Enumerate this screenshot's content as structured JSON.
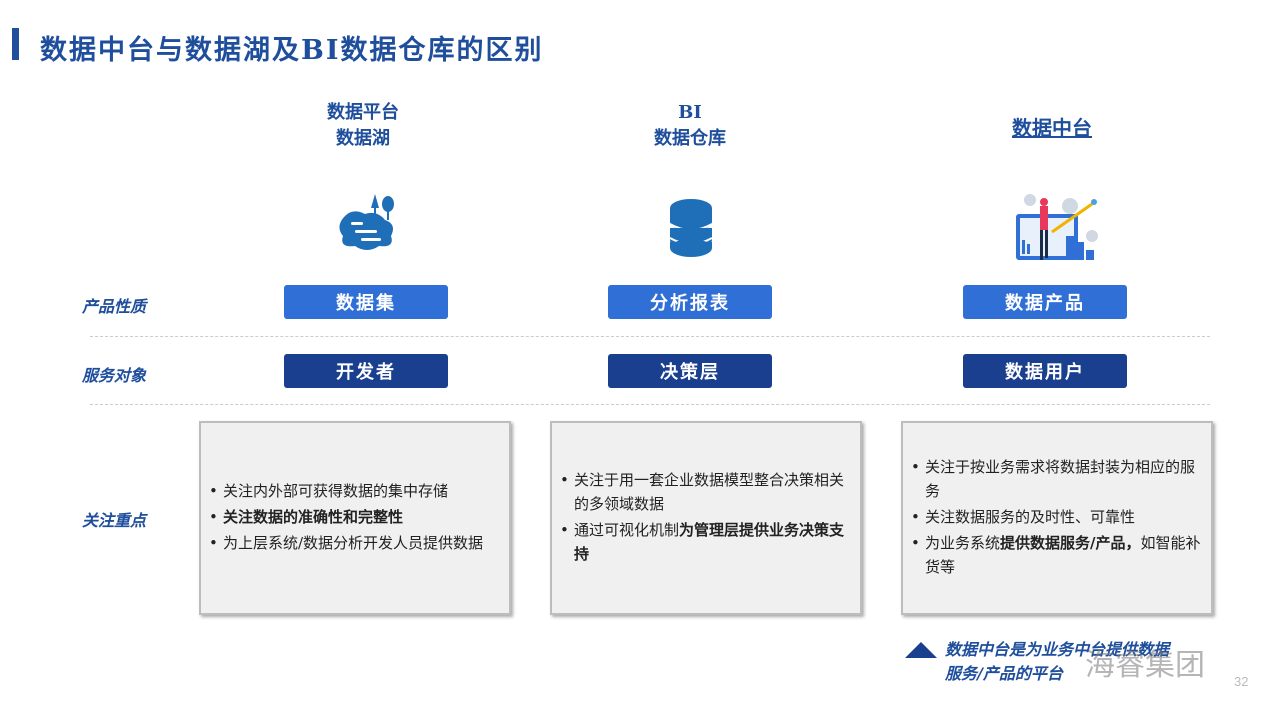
{
  "title": "数据中台与数据湖及BI数据仓库的区别",
  "columns": [
    {
      "line1": "数据平台",
      "line2": "数据湖",
      "icon": "data-lake-icon"
    },
    {
      "line1": "BI",
      "line2": "数据仓库",
      "icon": "database-icon"
    },
    {
      "line1": "数据中台",
      "icon": "data-analytics-illustration-icon"
    }
  ],
  "rows": {
    "product_nature": "产品性质",
    "service_target": "服务对象",
    "focus": "关注重点"
  },
  "product_nature": [
    "数据集",
    "分析报表",
    "数据产品"
  ],
  "service_target": [
    "开发者",
    "决策层",
    "数据用户"
  ],
  "focus": [
    {
      "b1": "关注内外部可获得数据的集中存储",
      "b2": "关注数据的准确性和完整性",
      "b3": "为上层系统/数据分析开发人员提供数据"
    },
    {
      "b1": "关注于用一套企业数据模型整合决策相关的多领域数据",
      "b2a": "通过可视化机制",
      "b2b": "为管理层提供业务决策支持"
    },
    {
      "b1": "关注于按业务需求将数据封装为相应的服务",
      "b2": "关注数据服务的及时性、可靠性",
      "b3a": "为业务系统",
      "b3b": "提供数据服务/产品，",
      "b3c": "如智能补货等"
    }
  ],
  "note": {
    "line1": "数据中台是为业务中台提供数据",
    "line2": "服务/产品的平台"
  },
  "watermark": "海睿集团",
  "page_number": "32",
  "colors": {
    "accent": "#1f4e9c",
    "pill_light": "#2f6fd6",
    "pill_dark": "#1a3f8f"
  }
}
